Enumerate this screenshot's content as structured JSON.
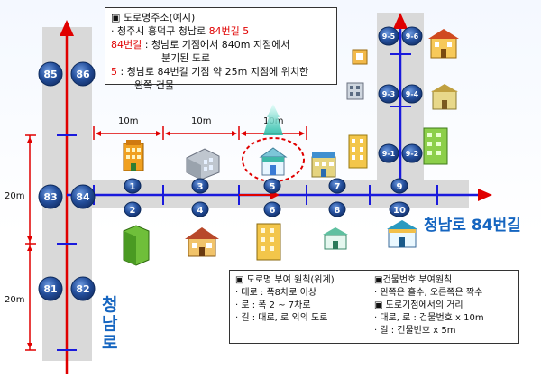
{
  "example_box": {
    "title": "도로명주소(예시)",
    "line1_prefix": "· 청주시 흥덕구 청남로 ",
    "line1_highlight": "84번길 5",
    "line2_highlight": "84번길",
    "line2_rest": " : 청남로 기점에서 840m 지점에서",
    "line3": "분기된 도로",
    "line4_highlight": "5",
    "line4_rest": " : 청남로 84번길 기점  약 25m 지점에 위치한",
    "line5": "왼쪽 건물"
  },
  "street_labels": {
    "branch": "청남로 84번길",
    "main": "청남로"
  },
  "distance_labels": {
    "d1": "10m",
    "d2": "10m",
    "d3": "10m",
    "v1": "20m",
    "v2": "20m"
  },
  "main_road_numbers": {
    "n85": "85",
    "n86": "86",
    "n83": "83",
    "n84": "84",
    "n81": "81",
    "n82": "82"
  },
  "branch_road_numbers": {
    "n1": "1",
    "n2": "2",
    "n3": "3",
    "n4": "4",
    "n5": "5",
    "n6": "6",
    "n7": "7",
    "n8": "8",
    "n9": "9",
    "n10": "10"
  },
  "side_numbers": {
    "s95": "9-5",
    "s96": "9-6",
    "s93": "9-3",
    "s94": "9-4",
    "s91": "9-1",
    "s92": "9-2"
  },
  "rules_box": {
    "left_title": "도로명 부여 원칙(위계)",
    "left_item1": "· 대로 : 폭8차로 이상",
    "left_item2": "· 로 : 폭 2 ~ 7차로",
    "left_item3": "· 길 : 대로, 로 외의 도로",
    "right_title": "▣건물번호 부여원칙",
    "right_item1": "· 왼쪽은 홀수, 오른쪽은 짝수",
    "right_title2": "▣ 도로기점에서의 거리",
    "right_item2": "· 대로, 로 : 건물번호 x 10m",
    "right_item3": "· 길 : 건물번호 x 5m"
  },
  "colors": {
    "road": "#d9d9d9",
    "axis": "#1a1adc",
    "arrow": "#e00000",
    "badge": "#1e4d9c",
    "accent_red": "#e00000",
    "label_blue": "#1565c0"
  },
  "icons": [
    "building-icon",
    "house-icon",
    "shop-icon"
  ]
}
